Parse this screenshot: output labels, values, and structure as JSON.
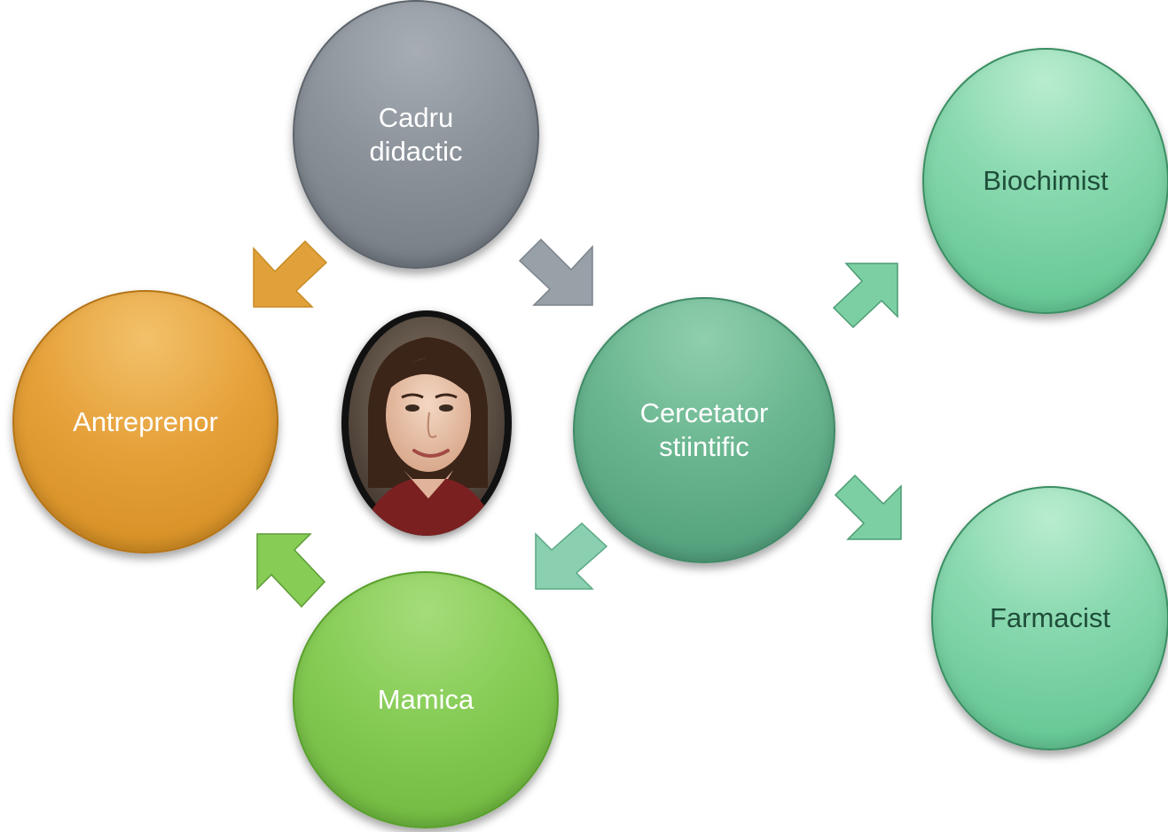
{
  "nodes": {
    "cadru": "Cadru\ndidactic",
    "cercetator": "Cercetator\nstiintific",
    "antreprenor": "Antreprenor",
    "mamica": "Mamica",
    "biochimist": "Biochimist",
    "farmacist": "Farmacist"
  },
  "colors": {
    "gray": "#8c939b",
    "teal": "#6ab690",
    "mint": "#8ad9b0",
    "orange": "#e6a13a",
    "green": "#86cc55"
  }
}
